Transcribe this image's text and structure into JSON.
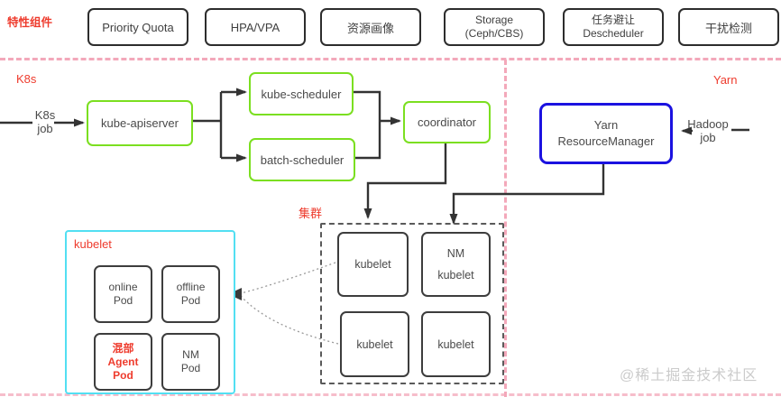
{
  "feature_bar": {
    "label": "特性组件",
    "items": [
      {
        "label": "Priority Quota"
      },
      {
        "label": "HPA/VPA"
      },
      {
        "label": "资源画像"
      },
      {
        "label": "Storage\n(Ceph/CBS)"
      },
      {
        "label": "任务避让\nDescheduler"
      },
      {
        "label": "干扰检测"
      }
    ]
  },
  "regions": {
    "k8s_label": "K8s",
    "yarn_label": "Yarn"
  },
  "k8s": {
    "job_label": "K8s\njob",
    "apiserver": "kube-apiserver",
    "kube_scheduler": "kube-scheduler",
    "batch_scheduler": "batch-scheduler",
    "coordinator": "coordinator"
  },
  "yarn": {
    "resource_manager": "Yarn\nResourceManager",
    "job_label": "Hadoop\njob"
  },
  "cluster": {
    "label": "集群",
    "nodes": [
      {
        "prefix": "",
        "label": "kubelet"
      },
      {
        "prefix": "NM",
        "label": "kubelet"
      },
      {
        "prefix": "",
        "label": "kubelet"
      },
      {
        "prefix": "",
        "label": "kubelet"
      }
    ]
  },
  "node_detail": {
    "label": "kubelet",
    "pods": [
      {
        "label": "online\nPod"
      },
      {
        "label": "offline\nPod"
      },
      {
        "label": "混部\nAgent\nPod"
      },
      {
        "label": "NM\nPod"
      }
    ]
  },
  "watermark": "@稀土掘金技术社区",
  "colors": {
    "red": "#ee3b2d",
    "green": "#7bdf20",
    "blue": "#1b12e0",
    "cyan": "#52dff2",
    "pink": "#f3a8ba",
    "line": "#333333"
  }
}
